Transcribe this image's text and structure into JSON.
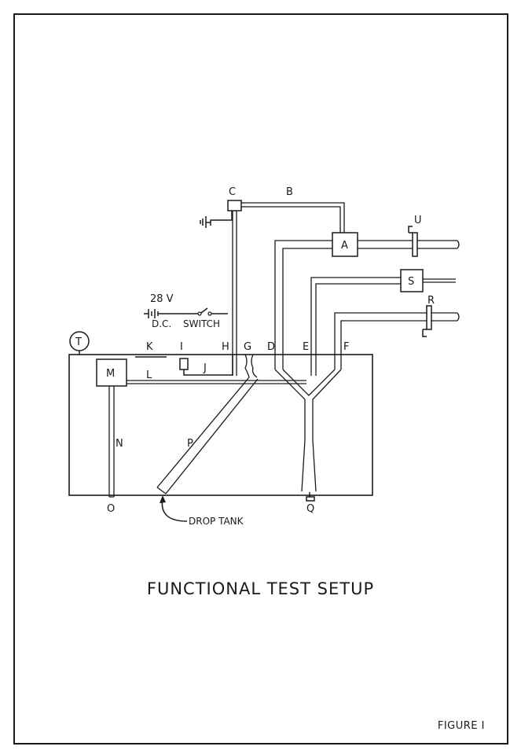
{
  "diagram": {
    "labels": {
      "A": "A",
      "B": "B",
      "C": "C",
      "D": "D",
      "E": "E",
      "F": "F",
      "G": "G",
      "H": "H",
      "I": "I",
      "J": "J",
      "K": "K",
      "L": "L",
      "M": "M",
      "N": "N",
      "O": "O",
      "P": "P",
      "Q": "Q",
      "R": "R",
      "S": "S",
      "T": "T",
      "U": "U"
    },
    "voltage": "28 V",
    "dc": "D.C.",
    "switch": "SWITCH",
    "drop_tank": "DROP TANK"
  },
  "title": "FUNCTIONAL TEST SETUP",
  "figure_label": "FIGURE I"
}
